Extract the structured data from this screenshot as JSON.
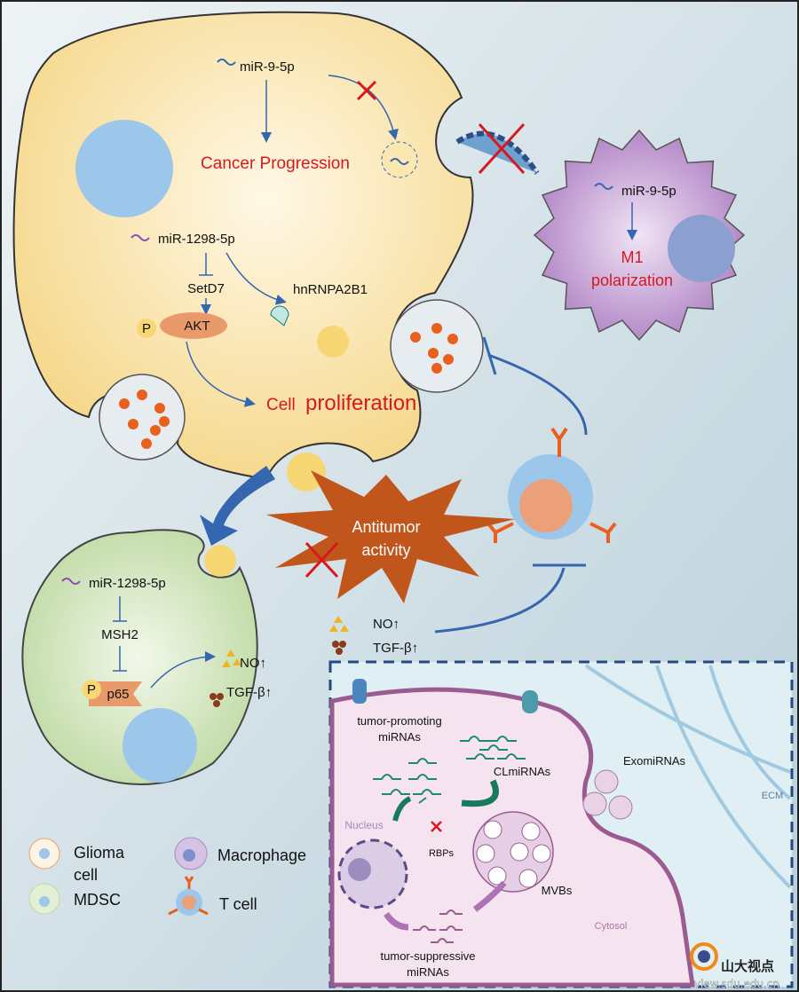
{
  "glioma": {
    "mir9": "miR-9-5p",
    "cancer_progression": "Cancer Progression",
    "mir1298": "miR-1298-5p",
    "setd7": "SetD7",
    "akt": "AKT",
    "p": "P",
    "hnrnpa2b1": "hnRNPA2B1",
    "cell_word": "Cell",
    "proliferation_word": "proliferation"
  },
  "macrophage": {
    "mir9": "miR-9-5p",
    "m1": "M1",
    "polarization": "polarization"
  },
  "antitumor": {
    "line1": "Antitumor",
    "line2": "activity"
  },
  "mdsc": {
    "mir1298": "miR-1298-5p",
    "msh2": "MSH2",
    "p": "P",
    "p65": "p65",
    "no": "NO↑",
    "tgf": "TGF-β↑"
  },
  "secreted": {
    "no": "NO↑",
    "tgf": "TGF-β↑"
  },
  "legend": {
    "glioma_line1": "Glioma",
    "glioma_line2": "cell",
    "mdsc": "MDSC",
    "macrophage": "Macrophage",
    "tcell": "T cell"
  },
  "inset": {
    "tumor_promoting_1": "tumor-promoting",
    "tumor_promoting_2": "miRNAs",
    "clmirnas": "CLmiRNAs",
    "exomirnas": "ExomiRNAs",
    "ecm": "ECM",
    "nucleus": "Nucleus",
    "rbps": "RBPs",
    "mvbs": "MVBs",
    "cytosol": "Cytosol",
    "tumor_suppressive_1": "tumor-suppressive",
    "tumor_suppressive_2": "miRNAs"
  },
  "watermark": {
    "name": "山大视点",
    "url": "view.sdu.edu.cn"
  },
  "colors": {
    "glioma": "#f9e2a6",
    "macrophage": "#b58cc6",
    "mdsc": "#cfe3b5",
    "tcell": "#9cc7ea",
    "accent_red": "#d7191f",
    "arrow_blue": "#3566b0",
    "antitumor": "#c0561c"
  }
}
